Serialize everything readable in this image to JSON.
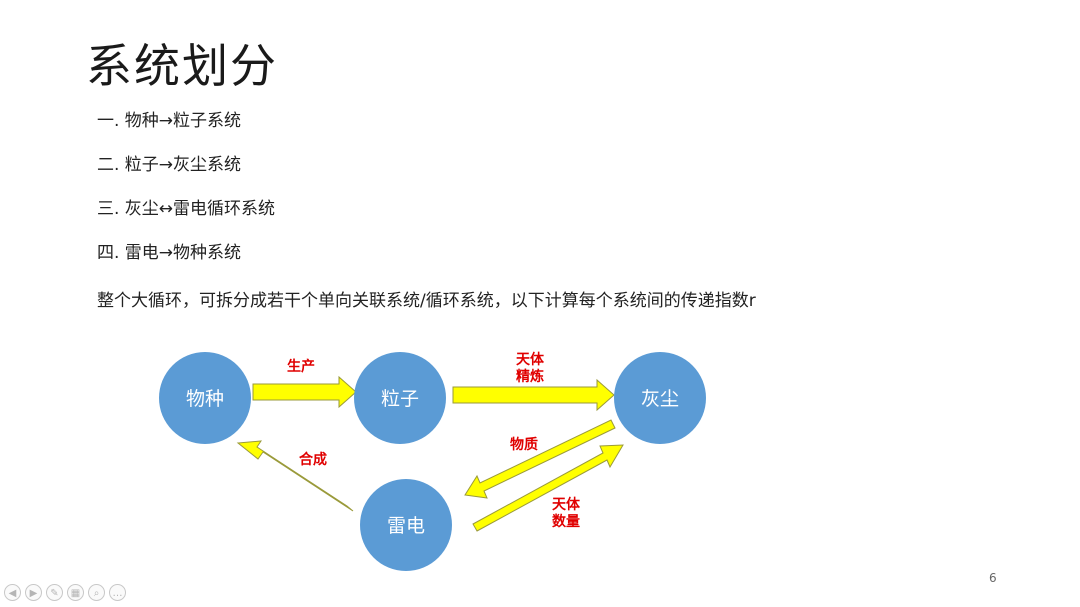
{
  "slide": {
    "title": "系统划分",
    "list": [
      "一. 物种→粒子系统",
      "二. 粒子→灰尘系统",
      "三. 灰尘↔雷电循环系统",
      "四. 雷电→物种系统"
    ],
    "summary": "整个大循环，可拆分成若干个单向关联系统/循环系统，以下计算每个系统间的传递指数r",
    "page_number": "6"
  },
  "diagram": {
    "node_color": "#5b9bd5",
    "arrow_color": "#ffff00",
    "label_color": "#e00000",
    "nodes": {
      "species": "物种",
      "particle": "粒子",
      "dust": "灰尘",
      "thunder": "雷电"
    },
    "edges": {
      "produce": "生产",
      "refine_line1": "天体",
      "refine_line2": "精炼",
      "matter": "物质",
      "quantity_line1": "天体",
      "quantity_line2": "数量",
      "synthesize": "合成"
    }
  },
  "controls": {
    "icons": [
      "prev-icon",
      "next-icon",
      "pen-icon",
      "slides-icon",
      "zoom-icon",
      "more-icon"
    ],
    "glyphs": [
      "◀",
      "▶",
      "✎",
      "▦",
      "⌕",
      "…"
    ]
  }
}
